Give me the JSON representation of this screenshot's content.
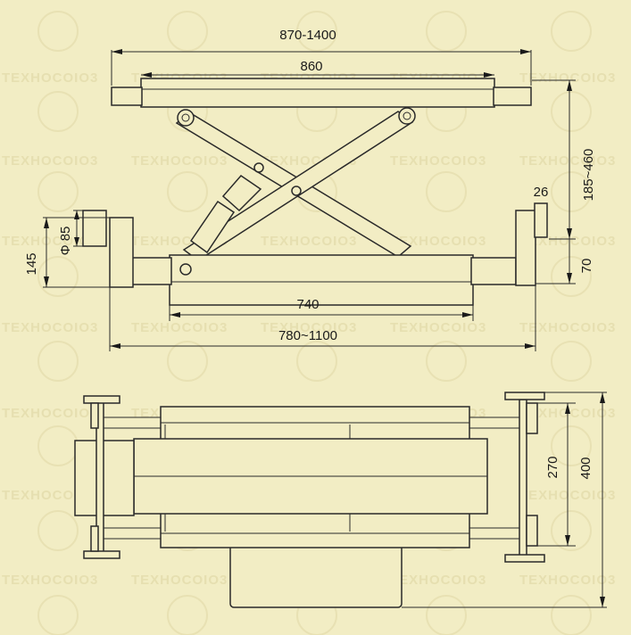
{
  "watermark": {
    "text": "TEXHOCOIO3"
  },
  "dimensions": {
    "top_width_range": "870-1400",
    "top_platform": "860",
    "height_range": "185~460",
    "pad_thickness": "26",
    "side_height": "145",
    "pad_diameter": "Φ 85",
    "base_height": "70",
    "base_length": "740",
    "base_width_range": "780~1100",
    "inner_width": "270",
    "outer_width": "400"
  },
  "colors": {
    "background": "#f2edc4",
    "line": "#2a2a2a",
    "watermark": "#e6dfb0"
  }
}
